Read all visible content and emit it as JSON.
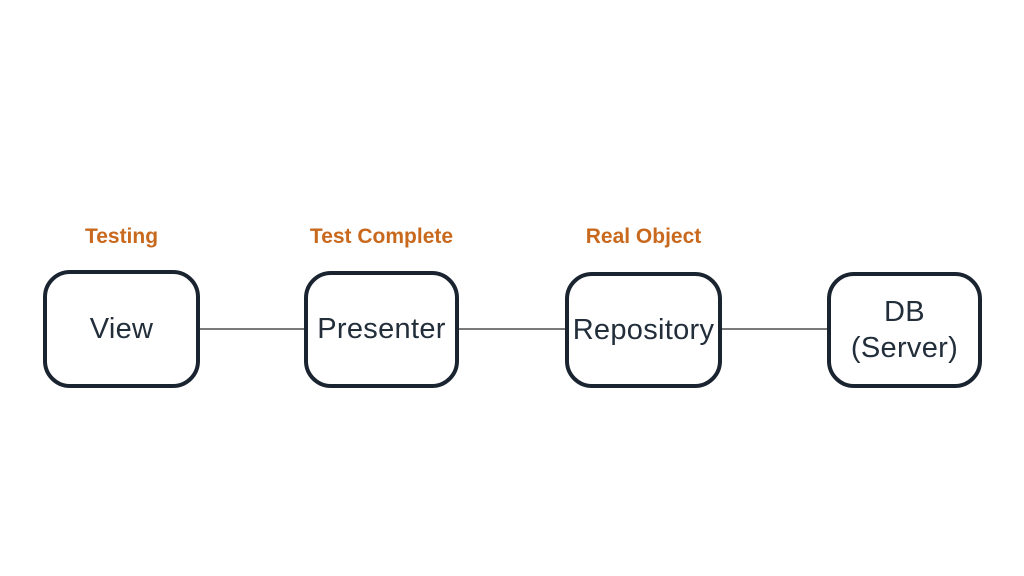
{
  "slide": {
    "stage_labels": [
      {
        "text": "Testing"
      },
      {
        "text": "Test Complete"
      },
      {
        "text": "Real Object"
      }
    ],
    "nodes": [
      {
        "label": "View"
      },
      {
        "label": "Presenter"
      },
      {
        "label": "Repository"
      },
      {
        "label_line1": "DB",
        "label_line2": "(Server)"
      }
    ],
    "colors": {
      "background": "#ffffff",
      "stage_label": "#c8691e",
      "node_border": "#1a2430",
      "node_text": "#232e3b",
      "connector": "#7a7a7a"
    }
  }
}
